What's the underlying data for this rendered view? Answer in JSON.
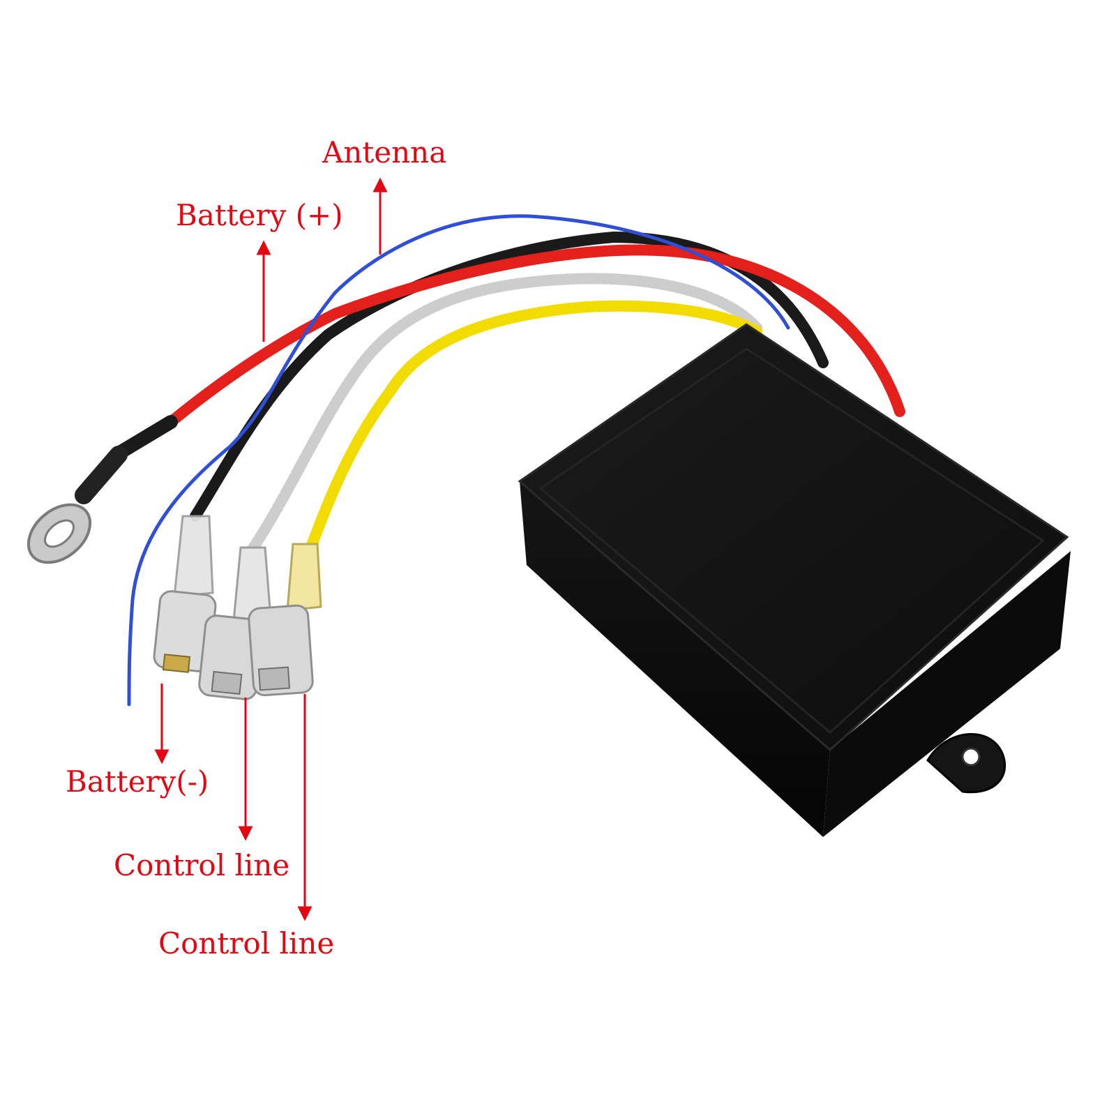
{
  "labels": {
    "antenna": "Antenna",
    "battery_positive": "Battery (+)",
    "battery_negative": "Battery(-)",
    "control_line_1": "Control line",
    "control_line_2": "Control line"
  },
  "colors": {
    "label_text": "#e30613",
    "arrow": "#e30613",
    "wire_blue": "#2f4fd6",
    "wire_red": "#e3201b",
    "wire_black": "#1a1a1a",
    "wire_white": "#e6e6e6",
    "wire_yellow": "#f2dc00",
    "housing": "#111111"
  },
  "components": {
    "module": "receiver-module",
    "wires": [
      "antenna-wire",
      "battery-positive-wire",
      "battery-negative-wire",
      "control-line-wire-1",
      "control-line-wire-2"
    ],
    "connectors": [
      "ring-terminal",
      "spade-terminal-battery-negative",
      "spade-terminal-control-1",
      "spade-terminal-control-2"
    ]
  }
}
